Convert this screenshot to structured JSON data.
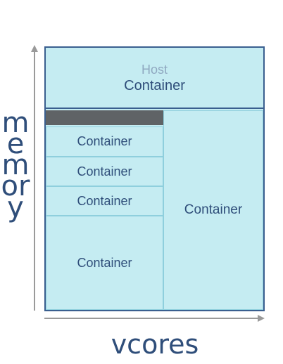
{
  "axes": {
    "y_label": "memory",
    "x_label": "vcores"
  },
  "host": {
    "label": "Host",
    "top_container_label": "Container"
  },
  "containers": [
    {
      "label": "Container"
    },
    {
      "label": "Container"
    },
    {
      "label": "Container"
    },
    {
      "label": "Container"
    },
    {
      "label": "Container"
    }
  ],
  "colors": {
    "container_fill": "#c5ecf2",
    "border": "#3a5f8f",
    "text": "#2f4e7a",
    "host_text": "#8fa8c0",
    "reserved_block": "#5f6366",
    "axis": "#9a9a9a"
  }
}
